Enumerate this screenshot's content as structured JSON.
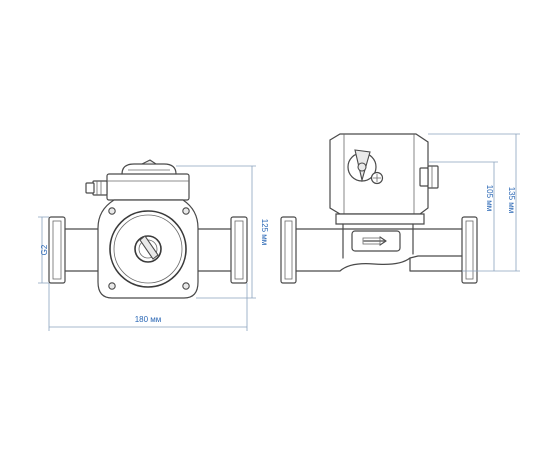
{
  "dimensions": {
    "length": "180 мм",
    "front_height": "125 мм",
    "side_height_inner": "105 мм",
    "side_height_outer": "135 мм",
    "thread": "G2"
  },
  "colors": {
    "outline": "#4a4a4a",
    "dimension_line": "#8aa3bf",
    "dimension_text": "#2a67b5"
  }
}
